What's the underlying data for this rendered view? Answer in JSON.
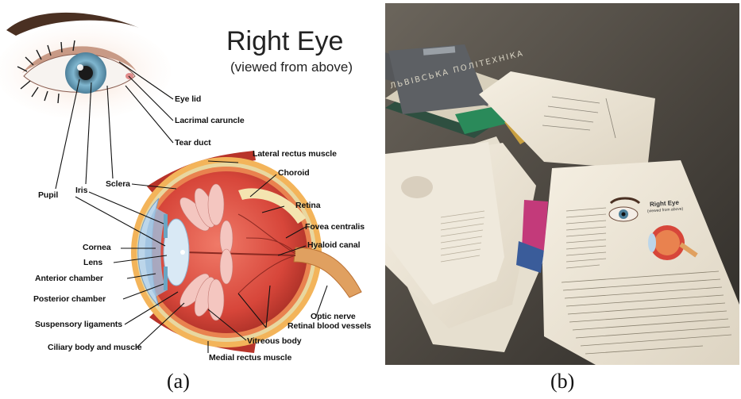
{
  "panel_a": {
    "title": "Right Eye",
    "subtitle": "(viewed from above)",
    "labels": {
      "eye_lid": "Eye lid",
      "lacrimal_caruncle": "Lacrimal caruncle",
      "tear_duct": "Tear duct",
      "lateral_rectus": "Lateral rectus muscle",
      "choroid": "Choroid",
      "retina": "Retina",
      "fovea": "Fovea centralis",
      "hyaloid": "Hyaloid canal",
      "pupil": "Pupil",
      "iris": "Iris",
      "sclera": "Sclera",
      "cornea": "Cornea",
      "lens": "Lens",
      "anterior": "Anterior chamber",
      "posterior": "Posterior chamber",
      "suspensory": "Suspensory ligaments",
      "ciliary": "Ciliary body and muscle",
      "optic_nerve": "Optic nerve",
      "retinal_vessels": "Retinal blood vessels",
      "vitreous": "Vitreous body",
      "medial_rectus": "Medial rectus muscle"
    },
    "caption": "(a)"
  },
  "panel_b": {
    "book_title": "ЛЬВІВСЬКА ПОЛІТЕХНІКА",
    "sheet_title": "Right Eye",
    "sheet_subtitle": "(viewed from above)",
    "caption": "(b)"
  },
  "colors": {
    "sclera_red": "#d8483a",
    "iris_blue": "#6aa6c4",
    "muscle_red": "#b8342a",
    "optic_orange": "#e0a060",
    "table_dark": "#4a4640",
    "paper": "#efe9dc"
  }
}
